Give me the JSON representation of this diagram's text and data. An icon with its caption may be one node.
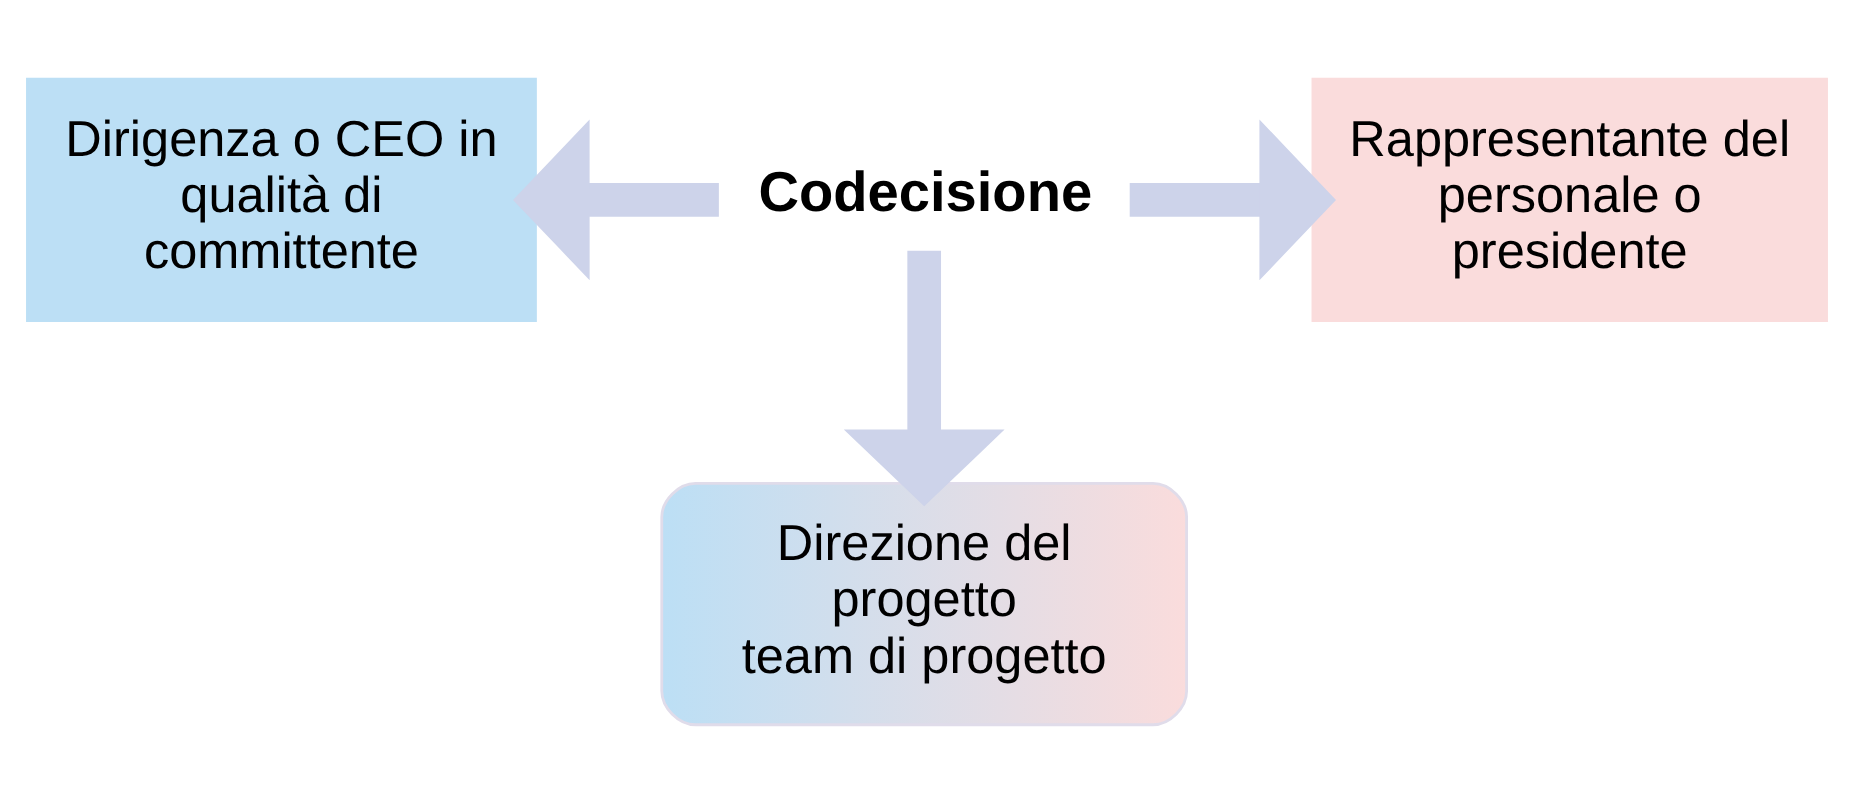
{
  "diagram": {
    "nodes": [
      {
        "text": [
          "Dirigenza o CEO in qualità di committente"
        ]
      },
      {
        "text": [
          "Codecisione"
        ]
      },
      {
        "text": [
          "Rappresentante del personale o presidente"
        ]
      },
      {
        "text": [
          "Direzione del progetto",
          "team di progetto"
        ]
      }
    ],
    "edges": [
      {
        "from": 1,
        "to": 0,
        "arrow": "to"
      },
      {
        "from": 1,
        "to": 2,
        "arrow": "to"
      },
      {
        "from": 1,
        "to": 3,
        "arrow": "to"
      }
    ]
  }
}
